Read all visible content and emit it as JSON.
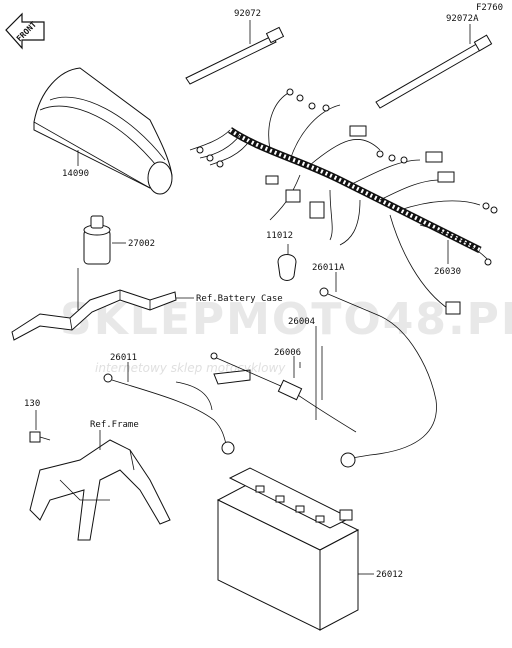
{
  "diagram": {
    "code": "F2760",
    "front_label": "FRONT",
    "parts": {
      "p92072": "92072",
      "p92072A": "92072A",
      "p14090": "14090",
      "p27002": "27002",
      "p11012": "11012",
      "p26011A": "26011A",
      "p26030": "26030",
      "p26004": "26004",
      "p26006": "26006",
      "p26011": "26011",
      "p130": "130",
      "p26012": "26012"
    },
    "refs": {
      "battery_case": "Ref.Battery Case",
      "frame": "Ref.Frame"
    },
    "watermark": {
      "brand": "SKLEPMOTO48.PL",
      "tagline": "internetowy sklep motocyklowy"
    }
  }
}
